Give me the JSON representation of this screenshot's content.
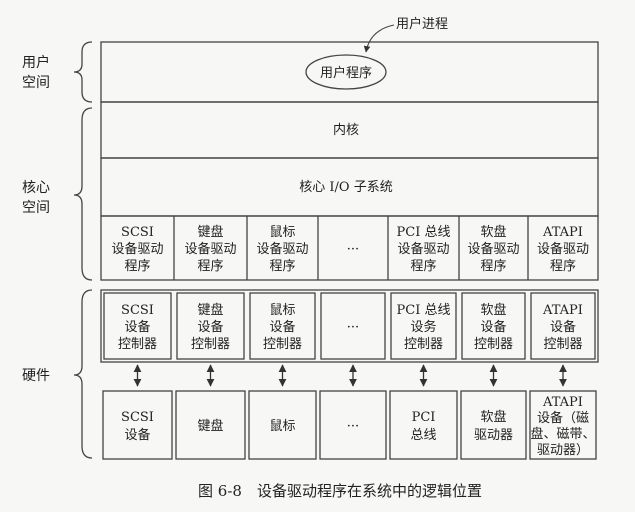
{
  "side_labels": {
    "user_space": [
      "用户",
      "空间"
    ],
    "kernel_space": [
      "核心",
      "空间"
    ],
    "hardware": "硬件"
  },
  "user_process_label": "用户进程",
  "user_program": "用户程序",
  "kernel": "内核",
  "io_subsystem": "核心 I/O 子系统",
  "drivers": [
    [
      "SCSI",
      "设备驱动",
      "程序"
    ],
    [
      "键盘",
      "设备驱动",
      "程序"
    ],
    [
      "鼠标",
      "设备驱动",
      "程序"
    ],
    [
      "···"
    ],
    [
      "PCI 总线",
      "设备驱动",
      "程序"
    ],
    [
      "软盘",
      "设备驱动",
      "程序"
    ],
    [
      "ATAPI",
      "设备驱动",
      "程序"
    ]
  ],
  "controllers": [
    [
      "SCSI",
      "设备",
      "控制器"
    ],
    [
      "键盘",
      "设备",
      "控制器"
    ],
    [
      "鼠标",
      "设备",
      "控制器"
    ],
    [
      "···"
    ],
    [
      "PCI 总线",
      "设务",
      "控制器"
    ],
    [
      "软盘",
      "设备",
      "控制器"
    ],
    [
      "ATAPI",
      "设备",
      "控制器"
    ]
  ],
  "devices": [
    [
      "SCSI",
      "设备"
    ],
    [
      "键盘"
    ],
    [
      "鼠标"
    ],
    [
      "···"
    ],
    [
      "PCI",
      "总线"
    ],
    [
      "软盘",
      "驱动器"
    ],
    [
      "ATAPI",
      "设备（磁",
      "盘、磁带、",
      "驱动器）"
    ]
  ],
  "caption": "图 6-8　设备驱动程序在系统中的逻辑位置"
}
